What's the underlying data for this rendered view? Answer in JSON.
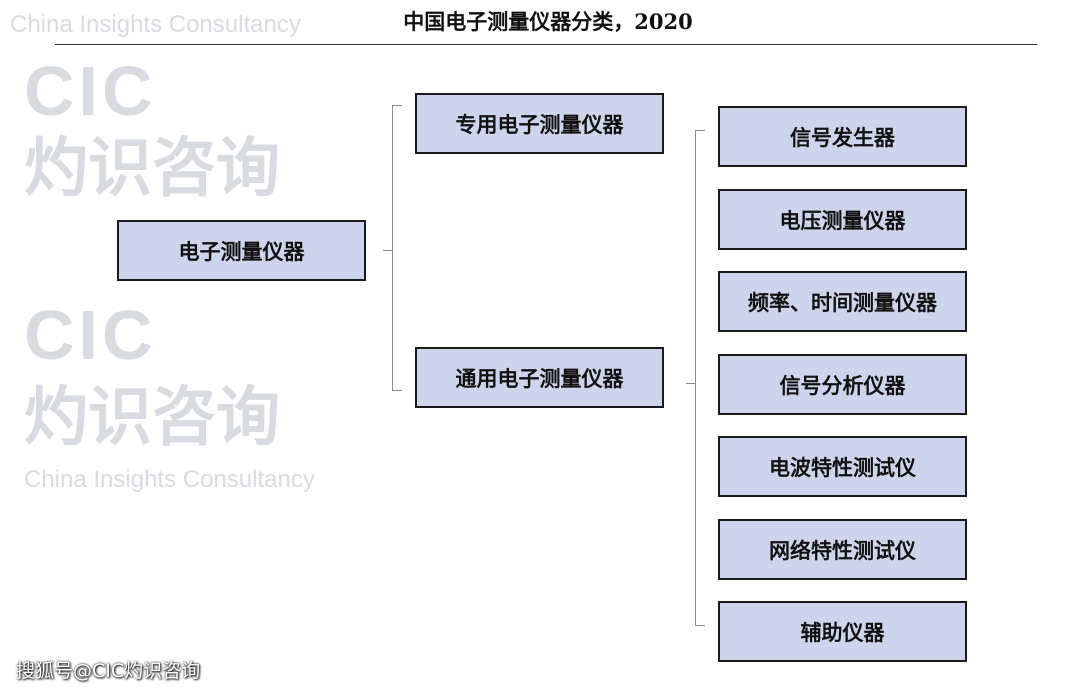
{
  "title": "中国电子测量仪器分类，2020",
  "watermark": {
    "logo": "CIC",
    "cn": "灼识咨询",
    "en": "China Insights Consultancy"
  },
  "root": "电子测量仪器",
  "level1": [
    "专用电子测量仪器",
    "通用电子测量仪器"
  ],
  "level2": [
    "信号发生器",
    "电压测量仪器",
    "频率、时间测量仪器",
    "信号分析仪器",
    "电波特性测试仪",
    "网络特性测试仪",
    "辅助仪器"
  ],
  "footer": "搜狐号@CIC灼识咨询"
}
